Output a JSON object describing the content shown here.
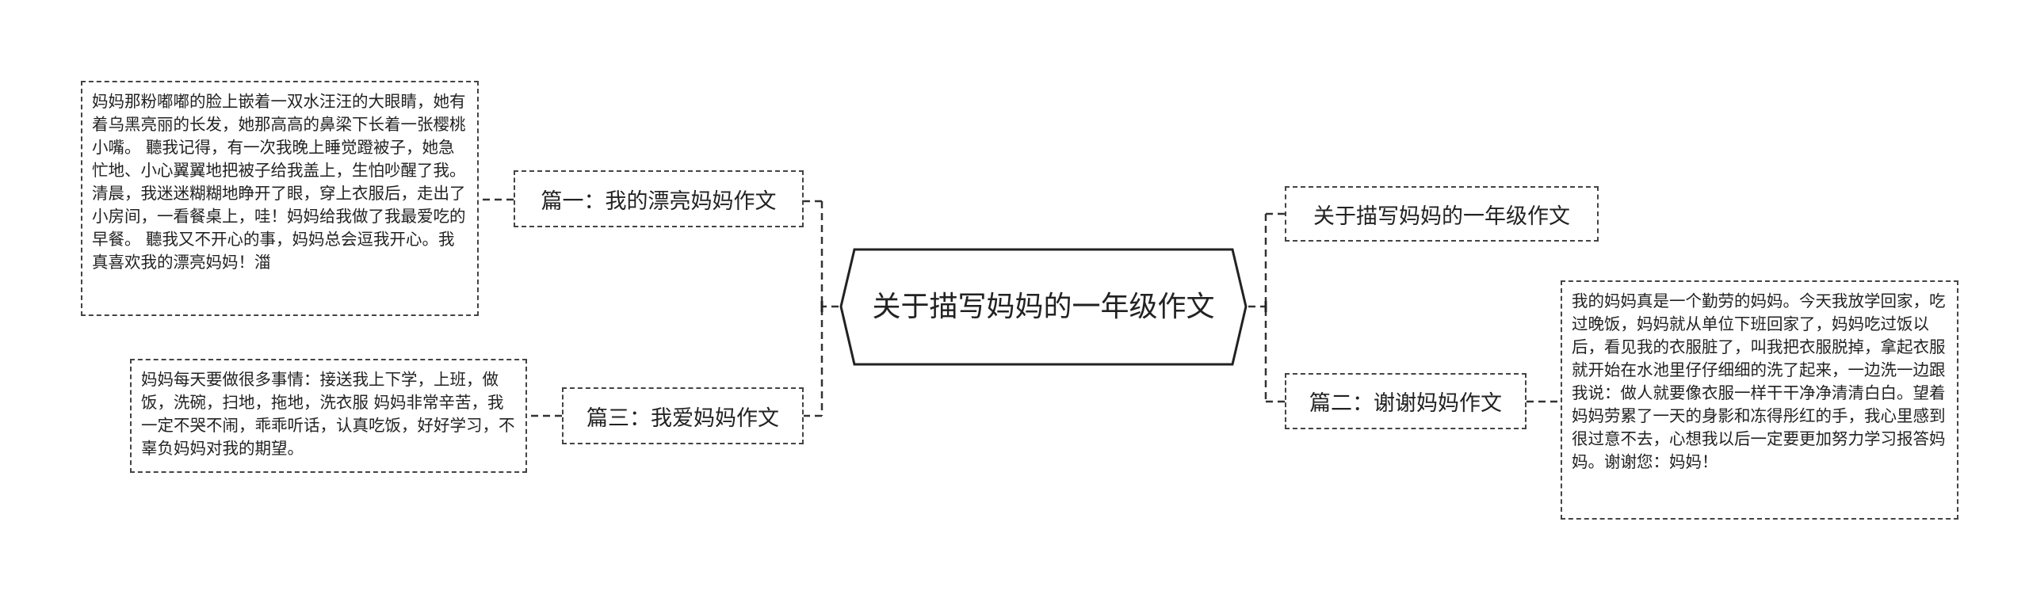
{
  "center": {
    "title": "关于描写妈妈的一年级作文"
  },
  "left_branches": [
    {
      "label": "篇一：我的漂亮妈妈作文",
      "note": "妈妈那粉嘟嘟的脸上嵌着一双水汪汪的大眼睛，她有着乌黑亮丽的长发，她那高高的鼻梁下长着一张樱桃小嘴。 聽我记得，有一次我晚上睡觉蹬被子，她急忙地、小心翼翼地把被子给我盖上，生怕吵醒了我。清晨，我迷迷糊糊地睁开了眼，穿上衣服后，走出了小房间，一看餐桌上，哇！妈妈给我做了我最爱吃的早餐。 聽我又不开心的事，妈妈总会逗我开心。我真喜欢我的漂亮妈妈！湽"
    },
    {
      "label": "篇三：我爱妈妈作文",
      "note": "妈妈每天要做很多事情：接送我上下学，上班，做饭，洗碗，扫地，拖地，洗衣服 妈妈非常辛苦，我一定不哭不闹，乖乖听话，认真吃饭，好好学习，不辜负妈妈对我的期望。"
    }
  ],
  "right_branches": [
    {
      "label": "关于描写妈妈的一年级作文"
    },
    {
      "label": "篇二：谢谢妈妈作文",
      "note": "我的妈妈真是一个勤劳的妈妈。今天我放学回家，吃过晚饭，妈妈就从单位下班回家了，妈妈吃过饭以后，看见我的衣服脏了，叫我把衣服脱掉，拿起衣服就开始在水池里仔仔细细的洗了起来，一边洗一边跟我说：做人就要像衣服一样干干净净清清白白。望着妈妈劳累了一天的身影和冻得彤红的手，我心里感到很过意不去，心想我以后一定要更加努力学习报答妈妈。谢谢您：妈妈！"
    }
  ]
}
